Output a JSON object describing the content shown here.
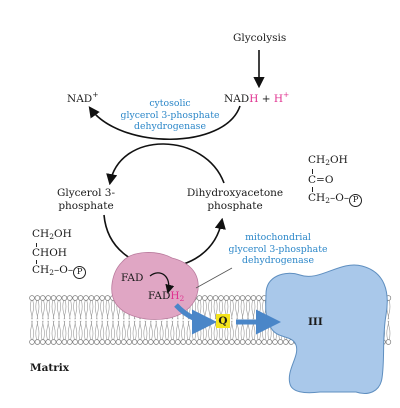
{
  "labels": {
    "glycolysis": "Glycolysis",
    "nad_plus": "NAD",
    "nad_plus_sup": "+",
    "nadh_nad": "NAD",
    "nadh_h": "H",
    "plus": "+",
    "h_plus": "H",
    "h_plus_sup": "+",
    "cytosolic_enzyme": [
      "cytosolic",
      "glycerol 3-phosphate",
      "dehydrogenase"
    ],
    "glycerol3p": [
      "Glycerol 3-",
      "phosphate"
    ],
    "dhap": [
      "Dihydroxyacetone",
      "phosphate"
    ],
    "mito_enzyme": [
      "mitochondrial",
      "glycerol 3-phosphate",
      "dehydrogenase"
    ],
    "fad": "FAD",
    "fadh2_main": "FAD",
    "fadh2_h": "H",
    "fadh2_sub": "2",
    "q": "Q",
    "complex": "III",
    "matrix": "Matrix"
  },
  "structures": {
    "dhap": {
      "line1_main": "CH",
      "line1_sub": "2",
      "line1_end": "OH",
      "line2": "C=O",
      "line3_main": "CH",
      "line3_sub": "2",
      "line3_mid": "–O–",
      "phosphate": "P"
    },
    "glycerol3p": {
      "line1_main": "CH",
      "line1_sub": "2",
      "line1_end": "OH",
      "line2": "CHOH",
      "line3_main": "CH",
      "line3_sub": "2",
      "line3_mid": "–O–",
      "phosphate": "P"
    }
  },
  "colors": {
    "enzyme_text": "#2a86c8",
    "highlight": "#e0308f",
    "cytosolic_arrow": "#111111",
    "membrane_enzyme": "#e0a6c4",
    "complex_iii": "#a9c8ea",
    "electron_arrow": "#4a86c8",
    "q_box": "#f4e41c"
  }
}
